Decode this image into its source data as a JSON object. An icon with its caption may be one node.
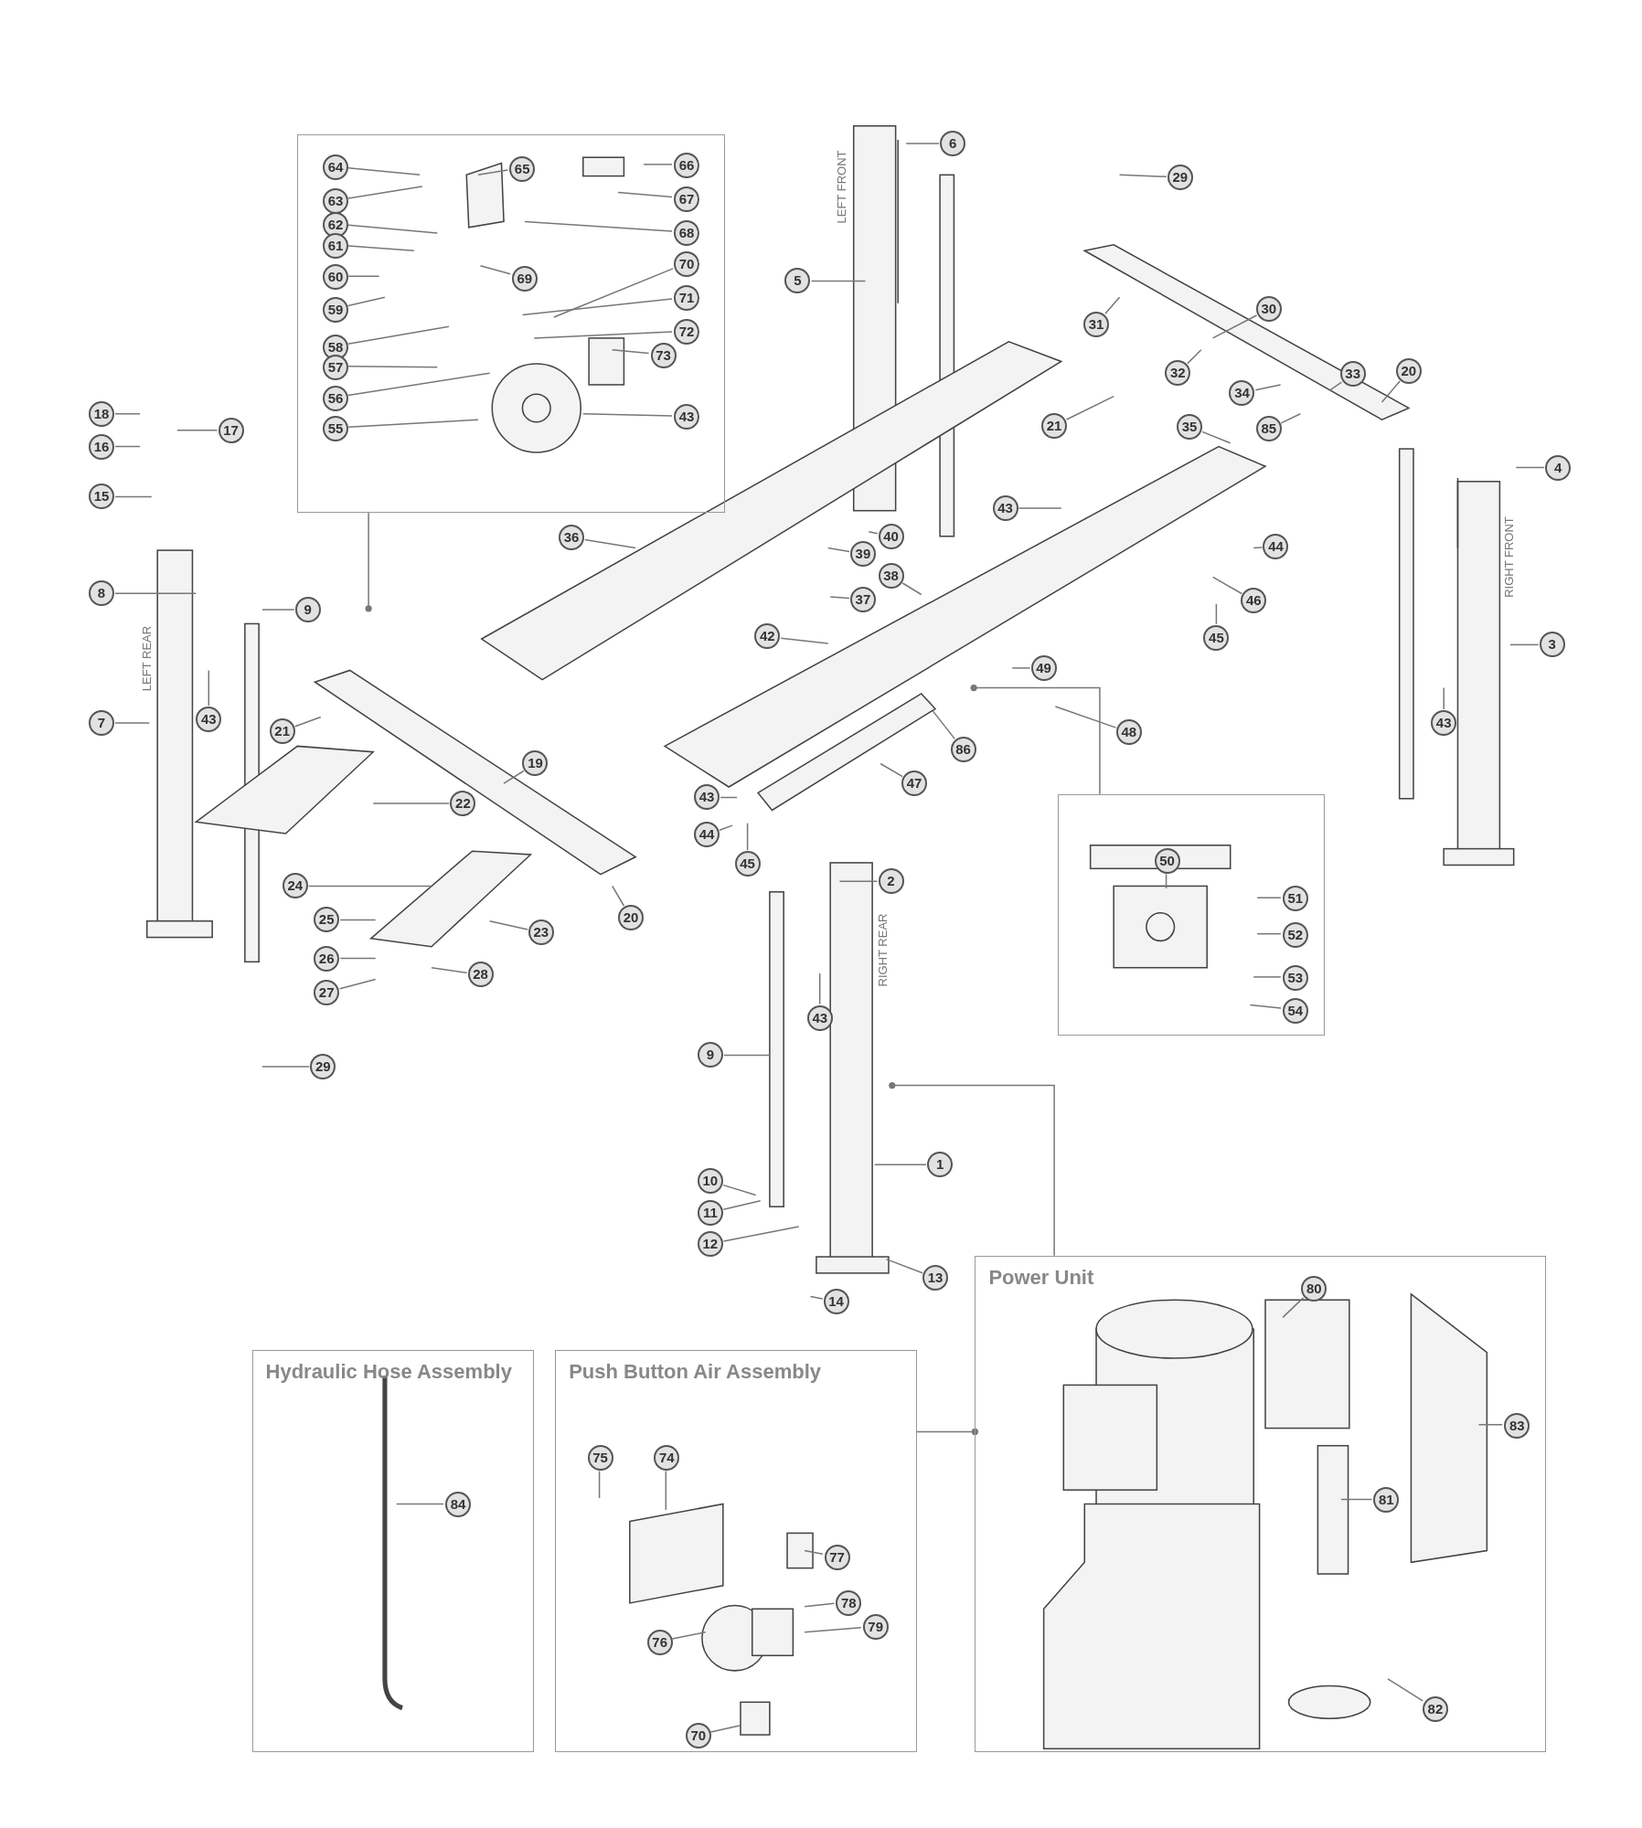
{
  "diagram": {
    "nodes": [
      {
        "text": [],
        "shape": "box"
      },
      {
        "text": [
          "64"
        ],
        "in": 0
      },
      {
        "text": [
          "65"
        ],
        "in": 0
      },
      {
        "text": [
          "66"
        ],
        "in": 0
      },
      {
        "text": [
          "67"
        ],
        "in": 0
      },
      {
        "text": [
          "63"
        ],
        "in": 0
      },
      {
        "text": [
          "68"
        ],
        "in": 0
      },
      {
        "text": [
          "62"
        ],
        "in": 0
      },
      {
        "text": [
          "61"
        ],
        "in": 0
      },
      {
        "text": [
          "69"
        ],
        "in": 0
      },
      {
        "text": [
          "70"
        ],
        "in": 0
      },
      {
        "text": [
          "60"
        ],
        "in": 0
      },
      {
        "text": [
          "59"
        ],
        "in": 0
      },
      {
        "text": [
          "71"
        ],
        "in": 0
      },
      {
        "text": [
          "58"
        ],
        "in": 0
      },
      {
        "text": [
          "72"
        ],
        "in": 0
      },
      {
        "text": [
          "73"
        ],
        "in": 0
      },
      {
        "text": [
          "57"
        ],
        "in": 0
      },
      {
        "text": [
          "56"
        ],
        "in": 0
      },
      {
        "text": [
          "43"
        ],
        "in": 0
      },
      {
        "text": [
          "55"
        ],
        "in": 0
      },
      {
        "text": [
          "6"
        ]
      },
      {
        "text": [
          "29"
        ]
      },
      {
        "text": [
          "5"
        ]
      },
      {
        "text": [
          "30"
        ]
      },
      {
        "text": [
          "31"
        ]
      },
      {
        "text": [
          "20"
        ]
      },
      {
        "text": [
          "32"
        ]
      },
      {
        "text": [
          "33"
        ]
      },
      {
        "text": [
          "34"
        ]
      },
      {
        "text": [
          "21"
        ]
      },
      {
        "text": [
          "35"
        ]
      },
      {
        "text": [
          "85"
        ]
      },
      {
        "text": [
          "18"
        ]
      },
      {
        "text": [
          "17"
        ]
      },
      {
        "text": [
          "16"
        ]
      },
      {
        "text": [
          "4"
        ]
      },
      {
        "text": [
          "15"
        ]
      },
      {
        "text": [
          "43"
        ]
      },
      {
        "text": [
          "40"
        ]
      },
      {
        "text": [
          "36"
        ]
      },
      {
        "text": [
          "44"
        ]
      },
      {
        "text": [
          "39"
        ]
      },
      {
        "text": [
          "38"
        ]
      },
      {
        "text": [
          "8"
        ]
      },
      {
        "text": [
          "37"
        ]
      },
      {
        "text": [
          "46"
        ]
      },
      {
        "text": [
          "9"
        ]
      },
      {
        "text": [
          "42"
        ]
      },
      {
        "text": [
          "45"
        ]
      },
      {
        "text": [
          "3"
        ]
      },
      {
        "text": [
          "49"
        ]
      },
      {
        "text": [
          "7"
        ]
      },
      {
        "text": [
          "43"
        ]
      },
      {
        "text": [
          "21"
        ]
      },
      {
        "text": [
          "43"
        ]
      },
      {
        "text": [
          "48"
        ]
      },
      {
        "text": [
          "86"
        ]
      },
      {
        "text": [
          "19"
        ]
      },
      {
        "text": [
          "47"
        ]
      },
      {
        "text": [
          "43"
        ]
      },
      {
        "text": [
          "22"
        ]
      },
      {
        "text": [
          "44"
        ]
      },
      {
        "text": [
          "45"
        ]
      },
      {
        "text": [
          "2"
        ]
      },
      {
        "text": [
          "24"
        ]
      },
      {
        "text": [
          "20"
        ]
      },
      {
        "text": [
          "25"
        ]
      },
      {
        "text": [
          "23"
        ]
      },
      {
        "text": [
          "26"
        ]
      },
      {
        "text": [
          "28"
        ]
      },
      {
        "text": [
          "27"
        ]
      },
      {
        "text": [
          "43"
        ]
      },
      {
        "text": [
          "9"
        ]
      },
      {
        "text": [
          "29"
        ]
      },
      {
        "text": [
          "1"
        ]
      },
      {
        "text": [
          "10"
        ]
      },
      {
        "text": [
          "11"
        ]
      },
      {
        "text": [
          "12"
        ]
      },
      {
        "text": [
          "13"
        ]
      },
      {
        "text": [
          "14"
        ]
      },
      {
        "text": [],
        "shape": "box"
      },
      {
        "text": [
          "50"
        ],
        "in": 81
      },
      {
        "text": [
          "51"
        ],
        "in": 81
      },
      {
        "text": [
          "52"
        ],
        "in": 81
      },
      {
        "text": [
          "53"
        ],
        "in": 81
      },
      {
        "text": [
          "54"
        ],
        "in": 81
      },
      {
        "text": [
          "Power Unit"
        ]
      },
      {
        "text": [
          "80"
        ],
        "in": 87
      },
      {
        "text": [
          "83"
        ],
        "in": 87
      },
      {
        "text": [
          "81"
        ],
        "in": 87
      },
      {
        "text": [
          "82"
        ],
        "in": 87
      },
      {
        "text": [
          "Hydraulic Hose Assembly"
        ]
      },
      {
        "text": [
          "84"
        ],
        "in": 92
      },
      {
        "text": [
          "Push Button Air Assembly"
        ]
      },
      {
        "text": [
          "75"
        ],
        "in": 94
      },
      {
        "text": [
          "74"
        ],
        "in": 94
      },
      {
        "text": [
          "77"
        ],
        "in": 94
      },
      {
        "text": [
          "78"
        ],
        "in": 94
      },
      {
        "text": [
          "79"
        ],
        "in": 94
      },
      {
        "text": [
          "76"
        ],
        "in": 94
      },
      {
        "text": [
          "70"
        ],
        "in": 94
      }
    ],
    "edges": [
      {
        "from": 0,
        "to": null,
        "arrow": "other"
      },
      {
        "from": 1,
        "to": null,
        "arrow": "none"
      },
      {
        "from": 2,
        "to": null,
        "arrow": "none"
      },
      {
        "from": 3,
        "to": null,
        "arrow": "none"
      },
      {
        "from": 4,
        "to": null,
        "arrow": "none"
      },
      {
        "from": 5,
        "to": null,
        "arrow": "none"
      },
      {
        "from": 6,
        "to": null,
        "arrow": "none"
      },
      {
        "from": 7,
        "to": null,
        "arrow": "none"
      },
      {
        "from": 8,
        "to": null,
        "arrow": "none"
      },
      {
        "from": 9,
        "to": null,
        "arrow": "none"
      },
      {
        "from": 10,
        "to": null,
        "arrow": "none"
      },
      {
        "from": 11,
        "to": null,
        "arrow": "none"
      },
      {
        "from": 12,
        "to": null,
        "arrow": "none"
      },
      {
        "from": 13,
        "to": null,
        "arrow": "none"
      },
      {
        "from": 14,
        "to": null,
        "arrow": "none"
      },
      {
        "from": 15,
        "to": null,
        "arrow": "none"
      },
      {
        "from": 16,
        "to": null,
        "arrow": "none"
      },
      {
        "from": 17,
        "to": null,
        "arrow": "none"
      },
      {
        "from": 18,
        "to": null,
        "arrow": "none"
      },
      {
        "from": 19,
        "to": null,
        "arrow": "none"
      },
      {
        "from": 20,
        "to": null,
        "arrow": "none"
      },
      {
        "from": 21,
        "to": null,
        "arrow": "none"
      },
      {
        "from": 22,
        "to": null,
        "arrow": "none"
      },
      {
        "from": 23,
        "to": null,
        "arrow": "none"
      },
      {
        "from": 24,
        "to": null,
        "arrow": "none"
      },
      {
        "from": 25,
        "to": null,
        "arrow": "none"
      },
      {
        "from": 26,
        "to": null,
        "arrow": "none"
      },
      {
        "from": 27,
        "to": null,
        "arrow": "none"
      },
      {
        "from": 28,
        "to": null,
        "arrow": "none"
      },
      {
        "from": 29,
        "to": null,
        "arrow": "none"
      },
      {
        "from": 30,
        "to": null,
        "arrow": "none"
      },
      {
        "from": 31,
        "to": null,
        "arrow": "none"
      },
      {
        "from": 32,
        "to": null,
        "arrow": "none"
      },
      {
        "from": 33,
        "to": null,
        "arrow": "none"
      },
      {
        "from": 34,
        "to": null,
        "arrow": "none"
      },
      {
        "from": 35,
        "to": null,
        "arrow": "none"
      },
      {
        "from": 36,
        "to": null,
        "arrow": "none"
      },
      {
        "from": 37,
        "to": null,
        "arrow": "none"
      },
      {
        "from": 38,
        "to": null,
        "arrow": "none"
      },
      {
        "from": 39,
        "to": null,
        "arrow": "none"
      },
      {
        "from": 40,
        "to": null,
        "arrow": "none"
      },
      {
        "from": 41,
        "to": null,
        "arrow": "none"
      },
      {
        "from": 42,
        "to": null,
        "arrow": "none"
      },
      {
        "from": 43,
        "to": null,
        "arrow": "none"
      },
      {
        "from": 44,
        "to": null,
        "arrow": "none"
      },
      {
        "from": 45,
        "to": null,
        "arrow": "none"
      },
      {
        "from": 46,
        "to": null,
        "arrow": "none"
      },
      {
        "from": 47,
        "to": null,
        "arrow": "none"
      },
      {
        "from": 48,
        "to": null,
        "arrow": "none"
      },
      {
        "from": 49,
        "to": null,
        "arrow": "none"
      },
      {
        "from": 50,
        "to": null,
        "arrow": "none"
      },
      {
        "from": 51,
        "to": null,
        "arrow": "none"
      },
      {
        "from": 52,
        "to": null,
        "arrow": "none"
      },
      {
        "from": 53,
        "to": null,
        "arrow": "none"
      },
      {
        "from": 54,
        "to": null,
        "arrow": "none"
      },
      {
        "from": 55,
        "to": null,
        "arrow": "none"
      },
      {
        "from": 56,
        "to": null,
        "arrow": "none"
      },
      {
        "from": 57,
        "to": null,
        "arrow": "none"
      },
      {
        "from": 58,
        "to": null,
        "arrow": "none"
      },
      {
        "from": 59,
        "to": null,
        "arrow": "none"
      },
      {
        "from": 60,
        "to": null,
        "arrow": "none"
      },
      {
        "from": 61,
        "to": null,
        "arrow": "none"
      },
      {
        "from": 62,
        "to": null,
        "arrow": "none"
      },
      {
        "from": 63,
        "to": null,
        "arrow": "none"
      },
      {
        "from": 64,
        "to": null,
        "arrow": "none"
      },
      {
        "from": 65,
        "to": null,
        "arrow": "none"
      },
      {
        "from": 66,
        "to": null,
        "arrow": "none"
      },
      {
        "from": 67,
        "to": null,
        "arrow": "none"
      },
      {
        "from": 68,
        "to": null,
        "arrow": "none"
      },
      {
        "from": 69,
        "to": null,
        "arrow": "none"
      },
      {
        "from": 70,
        "to": null,
        "arrow": "none"
      },
      {
        "from": 71,
        "to": null,
        "arrow": "none"
      },
      {
        "from": 72,
        "to": null,
        "arrow": "none"
      },
      {
        "from": 73,
        "to": null,
        "arrow": "none"
      },
      {
        "from": 74,
        "to": null,
        "arrow": "none"
      },
      {
        "from": 75,
        "to": null,
        "arrow": "none"
      },
      {
        "from": 76,
        "to": null,
        "arrow": "none"
      },
      {
        "from": 77,
        "to": null,
        "arrow": "none"
      },
      {
        "from": 78,
        "to": null,
        "arrow": "none"
      },
      {
        "from": 79,
        "to": null,
        "arrow": "none"
      },
      {
        "from": 80,
        "to": null,
        "arrow": "none"
      },
      {
        "from": 81,
        "to": null,
        "arrow": "other"
      },
      {
        "from": 82,
        "to": null,
        "arrow": "none"
      },
      {
        "from": 83,
        "to": null,
        "arrow": "none"
      },
      {
        "from": 84,
        "to": null,
        "arrow": "none"
      },
      {
        "from": 85,
        "to": null,
        "arrow": "none"
      },
      {
        "from": 86,
        "to": null,
        "arrow": "none"
      },
      {
        "from": 87,
        "to": null,
        "arrow": "other"
      },
      {
        "from": 88,
        "to": null,
        "arrow": "none"
      },
      {
        "from": 89,
        "to": null,
        "arrow": "none"
      },
      {
        "from": 90,
        "to": null,
        "arrow": "none"
      },
      {
        "from": 91,
        "to": null,
        "arrow": "none"
      },
      {
        "from": 93,
        "to": null,
        "arrow": "none"
      },
      {
        "from": 94,
        "to": 87,
        "arrow": "other"
      },
      {
        "from": 95,
        "to": null,
        "arrow": "none"
      },
      {
        "from": 96,
        "to": null,
        "arrow": "none"
      },
      {
        "from": 97,
        "to": null,
        "arrow": "none"
      },
      {
        "from": 98,
        "to": null,
        "arrow": "none"
      },
      {
        "from": 99,
        "to": null,
        "arrow": "none"
      },
      {
        "from": 100,
        "to": null,
        "arrow": "none"
      },
      {
        "from": 101,
        "to": null,
        "arrow": "none"
      }
    ],
    "labels": [
      "LEFT FRONT",
      "RIGHT FRONT",
      "LEFT REAR",
      "RIGHT REAR"
    ]
  }
}
